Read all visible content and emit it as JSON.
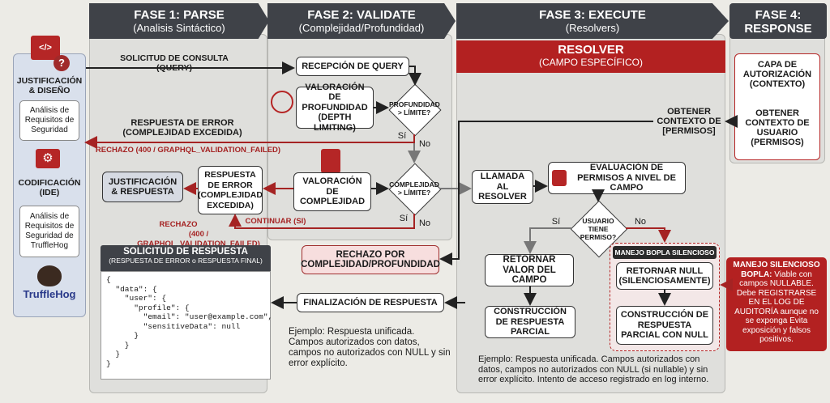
{
  "phases": {
    "p1": {
      "title": "FASE 1: PARSE",
      "subtitle": "(Analisis Sintáctico)"
    },
    "p2": {
      "title": "FASE 2: VALIDATE",
      "subtitle": "(Complejidad/Profundidad)"
    },
    "p3": {
      "title": "FASE 3: EXECUTE",
      "subtitle": "(Resolvers)"
    },
    "p4": {
      "title": "FASE 4:",
      "subtitle": "RESPONSE"
    }
  },
  "sidebar": {
    "justificacion": "JUSTIFICACIÓN & DISEÑO",
    "analisis1": "Análisis de Requisitos de Seguridad",
    "codificacion": "CODIFICACIÓN (IDE)",
    "analisis2": "Análisis de Requisitos de Seguridad de TruffleHog",
    "brand": "TruffleHog"
  },
  "p1": {
    "solicitud": "SOLICITUD DE CONSULTA (QUERY)",
    "respuesta_error": "RESPUESTA DE ERROR (COMPLEJIDAD EXCEDIDA)",
    "rechazo": "RECHAZO (400 / GRAPHQL_VALIDATION_FAILED)",
    "justificacion_respuesta": "JUSTIFICACIÓN & RESPUESTA",
    "respuesta_error_box": "RESPUESTA DE ERROR (COMPLEJIDAD EXCEDIDA)",
    "rechazo2_a": "RECHAZO",
    "rechazo2_b": "(400 / GRAPHQL_VALIDATION_FAILED)",
    "continuar": "CONTINUAR (SI)",
    "solicitud_respuesta_title": "SOLICITUD DE RESPUESTA",
    "solicitud_respuesta_sub": "(RESPUESTA DE ERROR o RESPUESTA FINAL)",
    "code": "{\n  \"data\": {\n    \"user\": {\n      \"profile\": {\n        \"email\": \"user@example.com\",\n        \"sensitiveData\": null\n      }\n    }\n  }\n}"
  },
  "p2": {
    "recepcion": "RECEPCIÓN DE QUERY",
    "valoracion_prof": "VALORACIÓN DE PROFUNDIDAD (DEPTH LIMITING)",
    "diamond1": "PROFUNDIDAD > LÍMITE?",
    "si1": "Sí",
    "no1": "No",
    "valoracion_comp": "VALORACIÓN DE COMPLEJIDAD",
    "diamond2": "COMPLEJIDAD > LÍMITE?",
    "si2": "Sí",
    "no2": "No",
    "rechazo_box": "RECHAZO POR COMPLEJIDAD/PROFUNDIDAD",
    "finalizacion": "FINALIZACIÓN DE RESPUESTA",
    "ejemplo": "Ejemplo: Respuesta unificada. Campos autorizados con datos, campos no autorizados con NULL y sin error explícito."
  },
  "p3": {
    "resolver_title": "RESOLVER",
    "resolver_sub": "(CAMPO ESPECÍFICO)",
    "obtener": "OBTENER CONTEXTO DE [PERMISOS]",
    "llamada": "LLAMADA AL RESOLVER",
    "evaluacion": "EVALUACIÓN DE PERMISOS A NIVEL DE CAMPO",
    "diamond3": "USUARIO TIENE PERMISO?",
    "si3": "Sí",
    "no3": "No",
    "retornar_valor": "RETORNAR VALOR DEL CAMPO",
    "construccion1": "CONSTRUCCIÓN DE RESPUESTA PARCIAL",
    "manejo_tag": "MANEJO BOPLA SILENCIOSO",
    "retornar_null": "RETORNAR NULL (SILENCIOSAMENTE)",
    "construccion2": "CONSTRUCCIÓN DE RESPUESTA PARCIAL CON NULL",
    "ejemplo": "Ejemplo: Respuesta unificada. Campos autorizados con datos, campos no autorizados con NULL (si nullable) y sin error explícito. Intento de acceso registrado en log interno."
  },
  "p4": {
    "capa": "CAPA DE AUTORIZACIÓN (CONTEXTO)",
    "obtener": "OBTENER CONTEXTO DE USUARIO (PERMISOS)",
    "manejo_title": "MANEJO SILENCIOSO BOPLA:",
    "manejo_body": "Viable con campos NULLABLE. Debe REGISTRARSE EN EL LOG DE AUDITORÍA aunque no se exponga Evita exposición y falsos positivos."
  },
  "colors": {
    "accent_red": "#a52323",
    "header_dark": "#3f4248",
    "resolver_red": "#b32121"
  }
}
